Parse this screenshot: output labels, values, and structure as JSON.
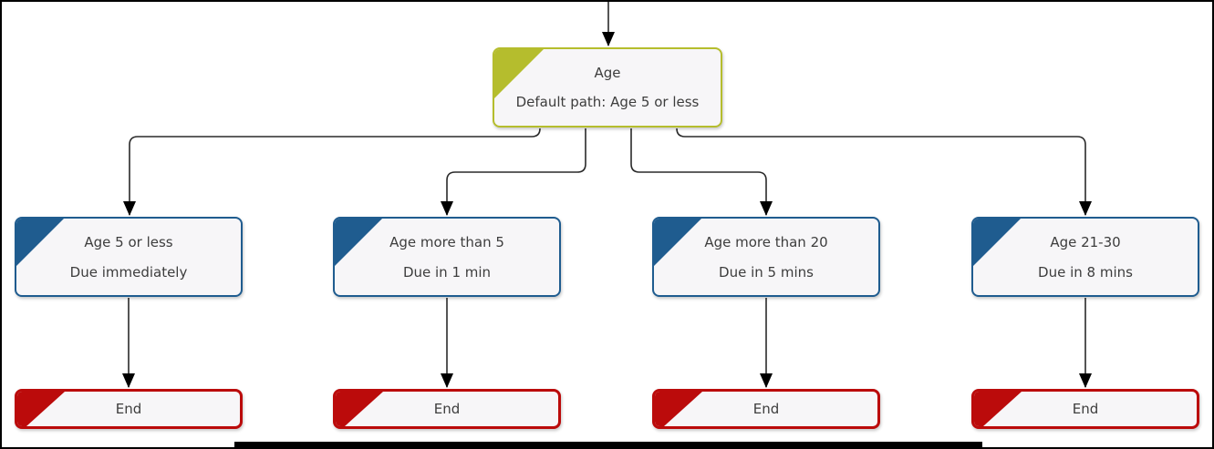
{
  "diagram": {
    "root": {
      "title": "Age",
      "subtitle": "Default path: Age 5 or less"
    },
    "branches": [
      {
        "title": "Age 5 or less",
        "subtitle": "Due immediately"
      },
      {
        "title": "Age more than 5",
        "subtitle": "Due in 1 min"
      },
      {
        "title": "Age more than 20",
        "subtitle": "Due in 5 mins"
      },
      {
        "title": "Age 21-30",
        "subtitle": "Due in 8 mins"
      }
    ],
    "ends": [
      {
        "label": "End"
      },
      {
        "label": "End"
      },
      {
        "label": "End"
      },
      {
        "label": "End"
      }
    ]
  },
  "colors": {
    "decision_accent": "#b5bd2d",
    "branch_accent": "#1f5c8f",
    "end_accent": "#bb0b0b",
    "node_fill": "#f7f6f8",
    "connector": "#2a2a2a",
    "text": "#3d3d3d"
  }
}
